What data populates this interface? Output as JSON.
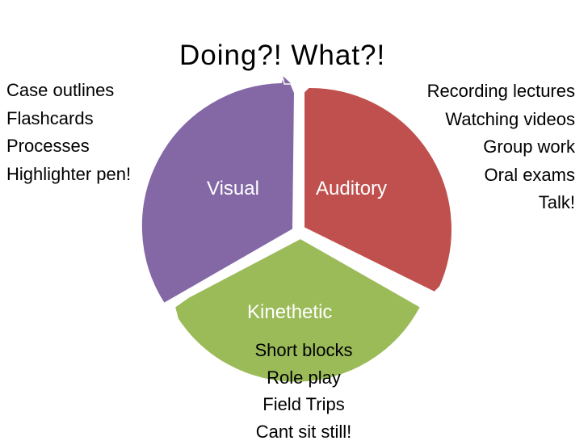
{
  "title": "Doing?! What?!",
  "left_list": [
    "Case outlines",
    "Flashcards",
    "Processes",
    "Highlighter pen!"
  ],
  "right_list": [
    "Recording lectures",
    "Watching videos",
    "Group work",
    "Oral exams",
    "Talk!"
  ],
  "segments": {
    "visual": {
      "label": "Visual",
      "color": "#8468a6"
    },
    "auditory": {
      "label": "Auditory",
      "color": "#c0504d"
    },
    "kinethetic": {
      "label": "Kinethetic",
      "color": "#9bbb59",
      "items": [
        "Short blocks",
        "Role play",
        "Field Trips",
        "Cant sit still!"
      ]
    }
  }
}
